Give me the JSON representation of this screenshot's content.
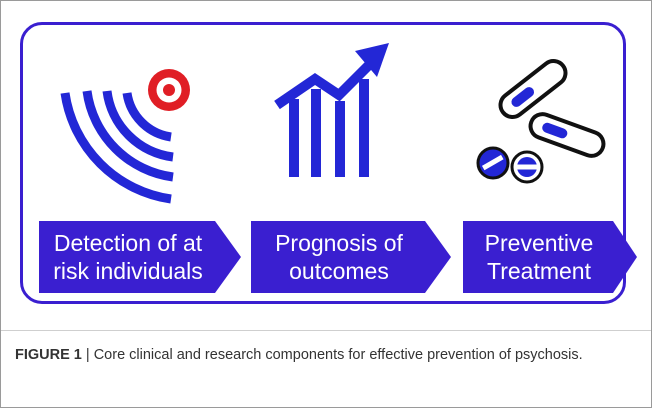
{
  "diagram": {
    "steps": [
      {
        "label": "Detection of at\nrisk individuals",
        "icon": "radar-target-icon"
      },
      {
        "label": "Prognosis of\noutcomes",
        "icon": "rising-bar-chart-icon"
      },
      {
        "label": "Preventive\nTreatment",
        "icon": "pills-icon"
      }
    ],
    "colors": {
      "border": "#3a1fd0",
      "arrow_fill": "#3a1fd0",
      "icon_blue": "#2327d6",
      "target_red": "#e01e25"
    }
  },
  "caption": {
    "label": "FIGURE 1",
    "separator": " | ",
    "text": "Core clinical and research components for effective prevention of psychosis."
  }
}
